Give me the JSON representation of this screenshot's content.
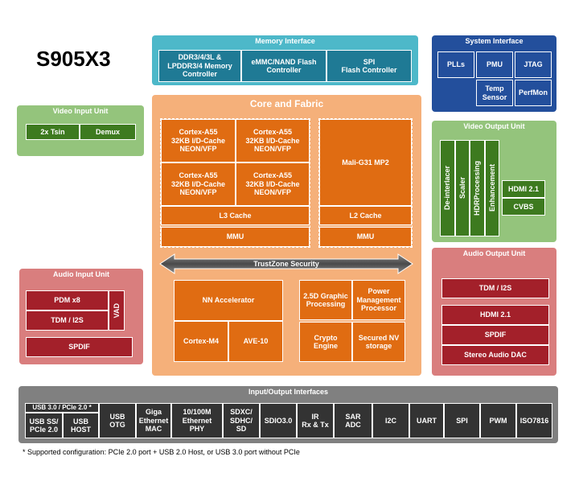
{
  "chip_title": "S905X3",
  "memory_interface": {
    "title": "Memory Interface",
    "items": [
      "DDR3/4/3L &\nLPDDR3/4 Memory\nController",
      "eMMC/NAND Flash\nController",
      "SPI\nFlash Controller"
    ]
  },
  "system_interface": {
    "title": "System Interface",
    "items": [
      "PLLs",
      "PMU",
      "JTAG",
      "Temp\nSensor",
      "PerfMon"
    ]
  },
  "video_input": {
    "title": "Video Input Unit",
    "items": [
      "2x Tsin",
      "Demux"
    ]
  },
  "core_fabric": {
    "title": "Core and Fabric",
    "cpu_cores": [
      "Cortex-A55\n32KB I/D-Cache\nNEON/VFP",
      "Cortex-A55\n32KB I/D-Cache\nNEON/VFP",
      "Cortex-A55\n32KB I/D-Cache\nNEON/VFP",
      "Cortex-A55\n32KB I/D-Cache\nNEON/VFP"
    ],
    "l3_cache": "L3 Cache",
    "mmu_cpu": "MMU",
    "gpu": "Mali-G31 MP2",
    "l2_cache": "L2 Cache",
    "mmu_gpu": "MMU",
    "trustzone": "TrustZone Security",
    "nn_accelerator": "NN Accelerator",
    "cortex_m4": "Cortex-M4",
    "ave10": "AVE-10",
    "graphic": "2.5D Graphic\nProcessing",
    "power_mgmt": "Power\nManagement\nProcessor",
    "crypto": "Crypto\nEngine",
    "secured_nv": "Secured NV\nstorage"
  },
  "video_output": {
    "title": "Video Output Unit",
    "vertical_items": [
      "De-interlacer",
      "Scaler",
      "HDRProcessing",
      "Enhancement"
    ],
    "hdmi": "HDMI 2.1",
    "cvbs": "CVBS"
  },
  "audio_input": {
    "title": "Audio Input Unit",
    "pdm": "PDM x8",
    "tdm": "TDM / I2S",
    "vad": "VAD",
    "spdif": "SPDIF"
  },
  "audio_output": {
    "title": "Audio Output Unit",
    "items": [
      "TDM / I2S",
      "HDMI 2.1",
      "SPDIF",
      "Stereo Audio DAC"
    ]
  },
  "io": {
    "title": "Input/Output Interfaces",
    "usb_group_label": "USB 3.0 / PCIe 2.0 *",
    "usb_ss": "USB SS/\nPCIe 2.0",
    "usb_host": "USB\nHOST",
    "items": [
      "USB\nOTG",
      "Giga\nEthernet\nMAC",
      "10/100M\nEthernet\nPHY",
      "SDXC/\nSDHC/\nSD",
      "SDIO3.0",
      "IR\nRx & Tx",
      "SAR\nADC",
      "I2C",
      "UART",
      "SPI",
      "PWM",
      "ISO7816"
    ]
  },
  "footnote": "* Supported configuration: PCIe 2.0 port + USB 2.0  Host, or USB  3.0 port without PCIe",
  "colors": {
    "memory": "#4db8c9",
    "memory_cell": "#1f7a95",
    "system": "#234f9c",
    "green": "#94c47c",
    "green_cell": "#3d7a1f",
    "core_bg": "#f5b07a",
    "orange": "#e06c12",
    "red_bg": "#d97e7e",
    "red_cell": "#a3202a",
    "gray_bg": "#808080",
    "gray_cell": "#333333"
  }
}
